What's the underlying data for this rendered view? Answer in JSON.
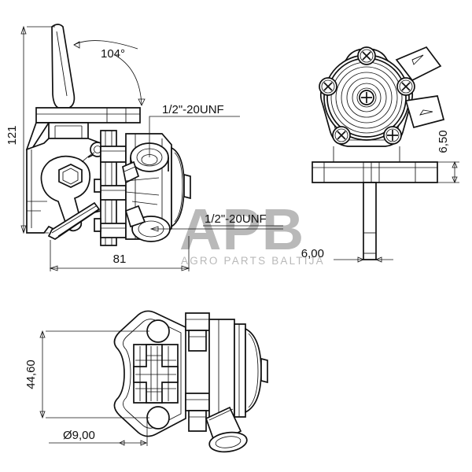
{
  "document": {
    "type": "engineering-drawing",
    "subject": "Fuel lift pump",
    "background_color": "#ffffff",
    "line_color": "#111111"
  },
  "watermark": {
    "logo_text": "APB",
    "tagline": "AGRO PARTS BALTIJA",
    "color": "#b9b9b9"
  },
  "views": [
    {
      "id": "side-view",
      "name": "Side elevation view",
      "position": "top-left"
    },
    {
      "id": "front-view",
      "name": "Front / cover view",
      "position": "top-right"
    },
    {
      "id": "mounting-view",
      "name": "Mounting flange view",
      "position": "bottom-left"
    }
  ],
  "dimensions": {
    "height_121": {
      "value": "121",
      "view": "side-view",
      "orientation": "vertical",
      "placement": "left"
    },
    "angle_104": {
      "value": "104°",
      "view": "side-view",
      "orientation": "angular",
      "placement": "top"
    },
    "length_81": {
      "value": "81",
      "view": "side-view",
      "orientation": "horizontal",
      "placement": "bottom"
    },
    "thread_top": {
      "value": "1/2\"-20UNF",
      "view": "side-view",
      "orientation": "leader",
      "placement": "upper-right"
    },
    "thread_bottom": {
      "value": "1/2\"-20UNF",
      "view": "side-view",
      "orientation": "leader",
      "placement": "lower-right"
    },
    "flange_650": {
      "value": "6,50",
      "view": "front-view",
      "orientation": "vertical",
      "placement": "right"
    },
    "shaft_600": {
      "value": "6,00",
      "view": "front-view",
      "orientation": "horizontal",
      "placement": "bottom"
    },
    "height_4460": {
      "value": "44,60",
      "view": "mounting-view",
      "orientation": "vertical",
      "placement": "left"
    },
    "hole_dia_900": {
      "value": "Ø9,00",
      "view": "mounting-view",
      "orientation": "leader",
      "placement": "bottom-left"
    }
  },
  "front_view_details": {
    "screw_count": 5,
    "screw_type": "phillips-head",
    "concentric_rings": 6,
    "tab_count": 2
  }
}
